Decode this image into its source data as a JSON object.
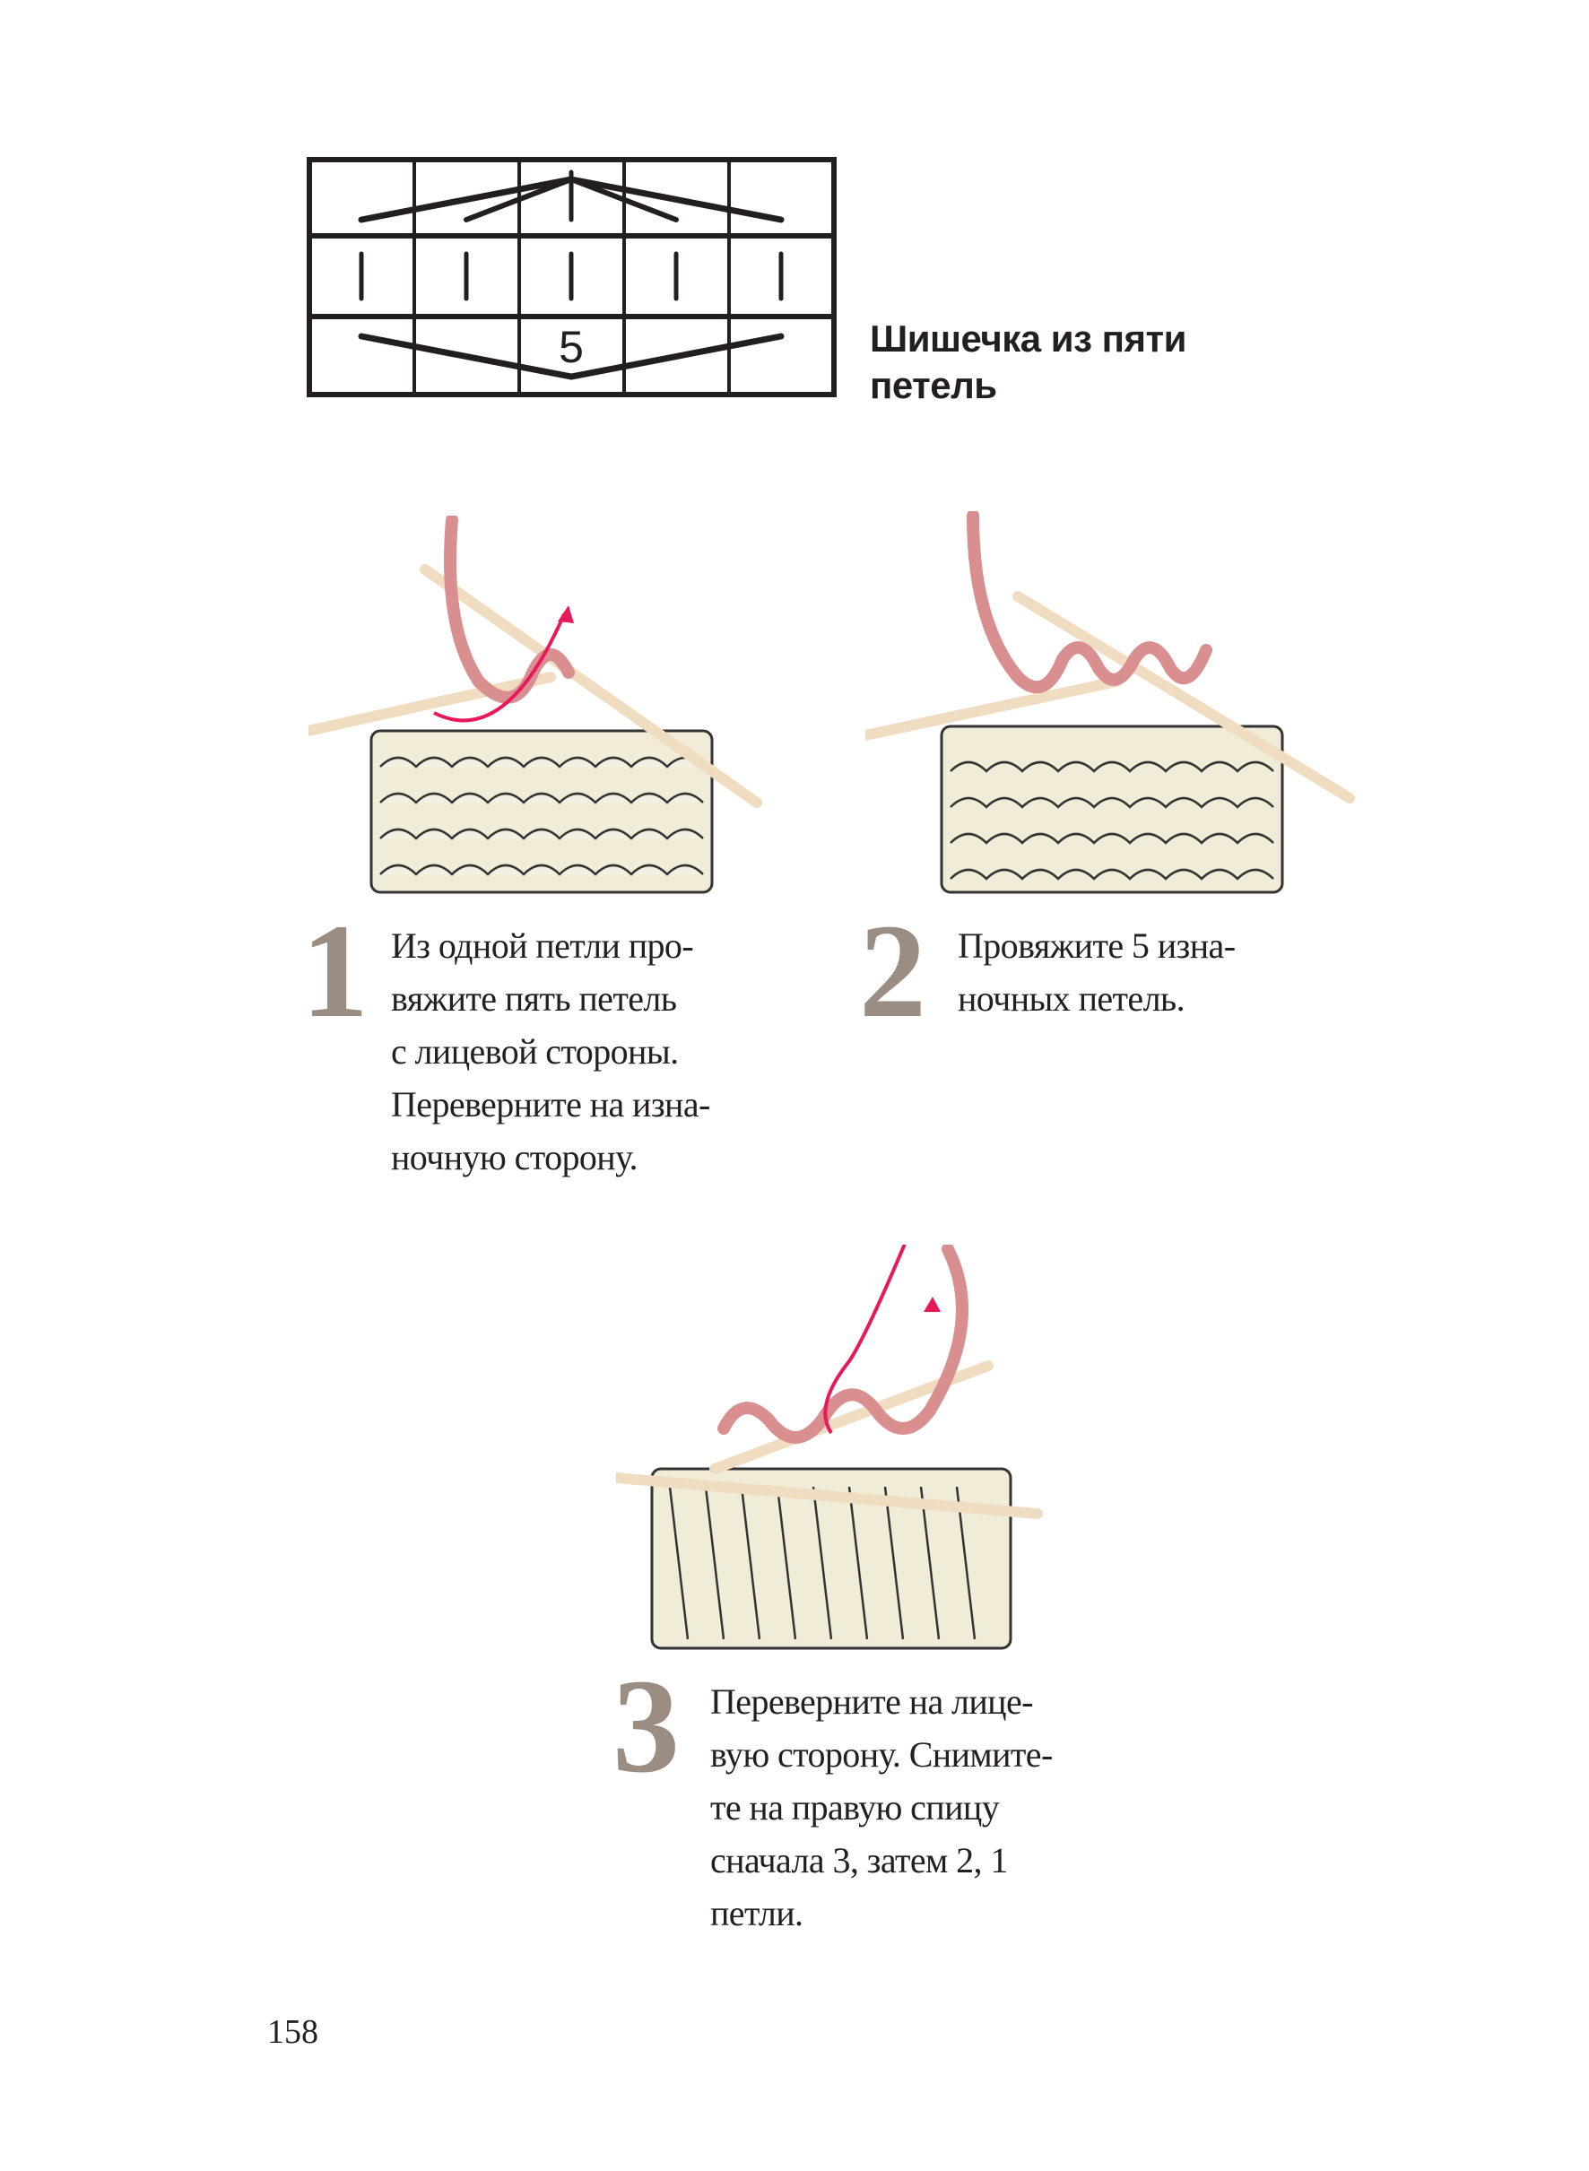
{
  "chart_symbol": {
    "count_label": "5"
  },
  "title": {
    "line1": "Шишечка из пяти",
    "line2": "петель"
  },
  "steps": [
    {
      "number": "1",
      "lines": [
        "Из одной петли про-",
        "вяжите пять петель",
        "с лицевой стороны.",
        "Переверните на изна-",
        "ночную сторону."
      ]
    },
    {
      "number": "2",
      "lines": [
        "Провяжите 5 изна-",
        "ночных петель."
      ]
    },
    {
      "number": "3",
      "lines": [
        "Переверните на лице-",
        "вую сторону. Снимите-",
        "те на правую спицу",
        "сначала 3, затем 2, 1",
        "петли."
      ]
    }
  ],
  "page_number": "158",
  "colors": {
    "yarn": "#d98f8f",
    "arrow": "#e8185a",
    "knit": "#f1ecd8",
    "needle": "#f0dcc0",
    "digit": "#9b8d82"
  }
}
